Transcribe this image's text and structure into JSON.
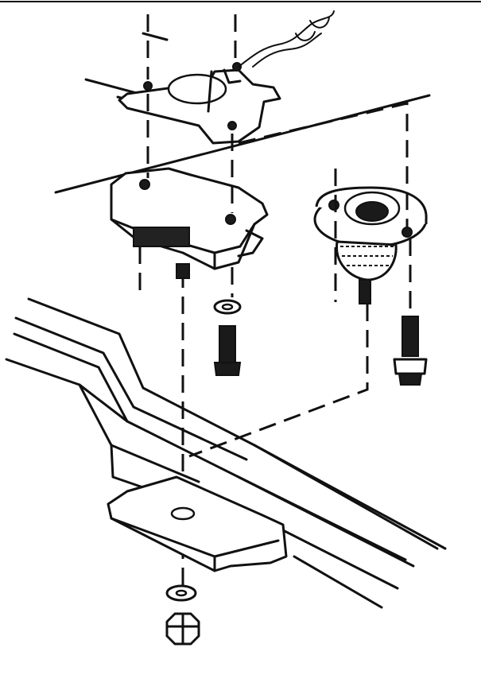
{
  "diagram": {
    "description_visible_text": "",
    "colors": {
      "line": "#111111",
      "background": "#ffffff"
    },
    "parts": [
      "frame-rail",
      "frame-bracket",
      "mount-bracket",
      "heat-shield-bracket",
      "transmission-mount",
      "rubber-mount",
      "bolts",
      "washers",
      "nut"
    ]
  }
}
